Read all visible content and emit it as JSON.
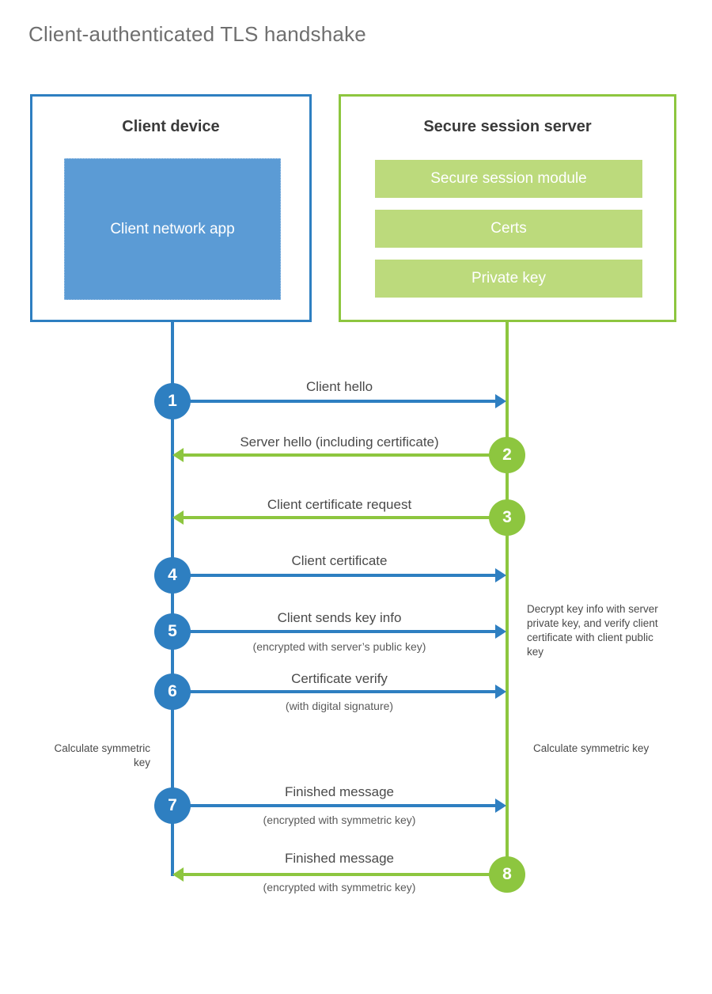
{
  "title": "Client-authenticated TLS handshake",
  "colors": {
    "blue": "#2E7FC1",
    "green": "#8DC63F",
    "app_fill": "#5B9BD5",
    "bar_fill": "#BCDA7C",
    "title_text": "#6f6f6f"
  },
  "client": {
    "title": "Client device",
    "app_label": "Client network app"
  },
  "server": {
    "title": "Secure session server",
    "bars": [
      {
        "label": "Secure session module"
      },
      {
        "label": "Certs"
      },
      {
        "label": "Private key"
      }
    ]
  },
  "steps": [
    {
      "number": "1",
      "label": "Client hello",
      "sub": "",
      "direction": "right",
      "color": "blue"
    },
    {
      "number": "2",
      "label": "Server hello (including certificate)",
      "sub": "",
      "direction": "left",
      "color": "green"
    },
    {
      "number": "3",
      "label": "Client certificate request",
      "sub": "",
      "direction": "left",
      "color": "green"
    },
    {
      "number": "4",
      "label": "Client certificate",
      "sub": "",
      "direction": "right",
      "color": "blue"
    },
    {
      "number": "5",
      "label": "Client sends key info",
      "sub": "(encrypted with server’s public key)",
      "direction": "right",
      "color": "blue"
    },
    {
      "number": "6",
      "label": "Certificate verify",
      "sub": "(with digital signature)",
      "direction": "right",
      "color": "blue"
    },
    {
      "number": "7",
      "label": "Finished message",
      "sub": "(encrypted with symmetric key)",
      "direction": "right",
      "color": "blue"
    },
    {
      "number": "8",
      "label": "Finished message",
      "sub": "(encrypted with symmetric key)",
      "direction": "left",
      "color": "green"
    }
  ],
  "notes": {
    "decrypt": "Decrypt key info with server private key, and verify client certificate with client public key",
    "calculate_client": "Calculate symmetric key",
    "calculate_server": "Calculate symmetric key"
  }
}
